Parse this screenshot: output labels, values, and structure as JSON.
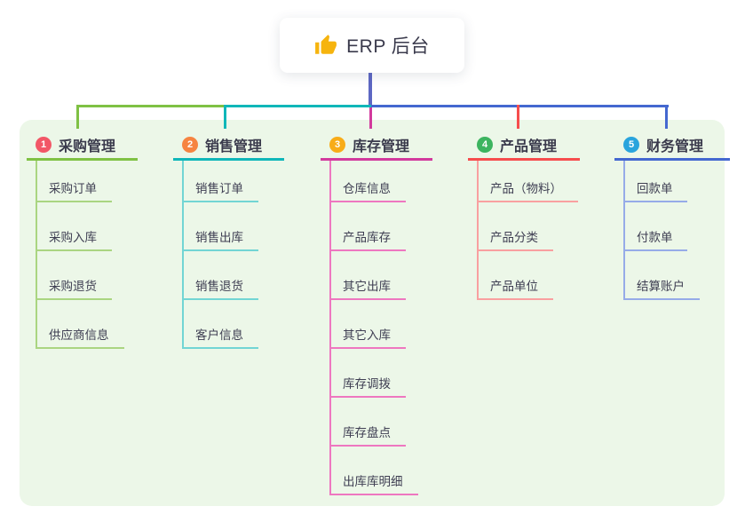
{
  "root": {
    "label": "ERP 后台",
    "icon": "thumbs-up-icon"
  },
  "branches": [
    {
      "index": "1",
      "label": "采购管理",
      "color": "#7fc144",
      "light_color": "#aad581",
      "badge_color": "#f25767",
      "children": [
        "采购订单",
        "采购入库",
        "采购退货",
        "供应商信息"
      ]
    },
    {
      "index": "2",
      "label": "销售管理",
      "color": "#10b7b9",
      "light_color": "#72d5d4",
      "badge_color": "#f68441",
      "children": [
        "销售订单",
        "销售出库",
        "销售退货",
        "客户信息"
      ]
    },
    {
      "index": "3",
      "label": "库存管理",
      "color": "#d23a9d",
      "light_color": "#ee77c0",
      "badge_color": "#f8ac18",
      "children": [
        "仓库信息",
        "产品库存",
        "其它出库",
        "其它入库",
        "库存调拨",
        "库存盘点",
        "出库库明细"
      ]
    },
    {
      "index": "4",
      "label": "产品管理",
      "color": "#f64d4d",
      "light_color": "#f9a0a0",
      "badge_color": "#3cb45f",
      "children": [
        "产品（物料）",
        "产品分类",
        "产品单位"
      ]
    },
    {
      "index": "5",
      "label": "财务管理",
      "color": "#4468d0",
      "light_color": "#96abe8",
      "badge_color": "#29a4dd",
      "children": [
        "回款单",
        "付款单",
        "结算账户"
      ]
    }
  ],
  "colors": {
    "canvas_bg": "#ffffff",
    "panel_bg": "#ecf7e8",
    "root_connector": "#5d67c3",
    "icon_gold": "#f6b40e",
    "text_dark": "#3a3a4c"
  }
}
